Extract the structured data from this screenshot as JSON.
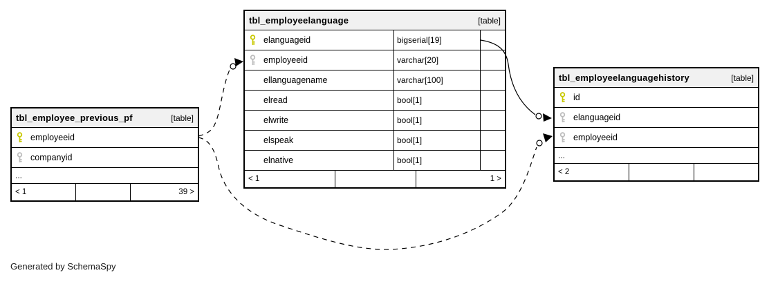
{
  "credit": "Generated by SchemaSpy",
  "colors": {
    "primary_key": "#c8c800",
    "foreign_key": "#bdbdbd",
    "header_bg": "#f1f1f1",
    "border": "#000000"
  },
  "tables": {
    "left": {
      "title": "tbl_employee_previous_pf",
      "tag": "[table]",
      "columns": [
        {
          "name": "employeeid",
          "key": "primary"
        },
        {
          "name": "companyid",
          "key": "foreign"
        }
      ],
      "ellipsis": "...",
      "footer": {
        "left": "< 1",
        "middle": "",
        "right": "39 >"
      }
    },
    "center": {
      "title": "tbl_employeelanguage",
      "tag": "[table]",
      "columns": [
        {
          "name": "elanguageid",
          "type": "bigserial[19]",
          "key": "primary"
        },
        {
          "name": "employeeid",
          "type": "varchar[20]",
          "key": "foreign"
        },
        {
          "name": "ellanguagename",
          "type": "varchar[100]",
          "key": ""
        },
        {
          "name": "elread",
          "type": "bool[1]",
          "key": ""
        },
        {
          "name": "elwrite",
          "type": "bool[1]",
          "key": ""
        },
        {
          "name": "elspeak",
          "type": "bool[1]",
          "key": ""
        },
        {
          "name": "elnative",
          "type": "bool[1]",
          "key": ""
        }
      ],
      "footer": {
        "left": "< 1",
        "middle": "",
        "right": "1 >"
      }
    },
    "right": {
      "title": "tbl_employeelanguagehistory",
      "tag": "[table]",
      "columns": [
        {
          "name": "id",
          "key": "primary"
        },
        {
          "name": "elanguageid",
          "key": "foreign"
        },
        {
          "name": "employeeid",
          "key": "foreign"
        }
      ],
      "ellipsis": "...",
      "footer": {
        "left": "< 2",
        "middle": "",
        "right": ""
      }
    }
  },
  "relationships": [
    {
      "from": "tbl_employeelanguage.elanguageid",
      "to": "tbl_employeelanguagehistory.elanguageid",
      "style": "solid"
    },
    {
      "from": "tbl_employee_previous_pf.employeeid",
      "to": "tbl_employeelanguage.employeeid",
      "style": "dashed"
    },
    {
      "from": "tbl_employee_previous_pf.employeeid",
      "to": "tbl_employeelanguagehistory.employeeid",
      "style": "dashed"
    }
  ]
}
